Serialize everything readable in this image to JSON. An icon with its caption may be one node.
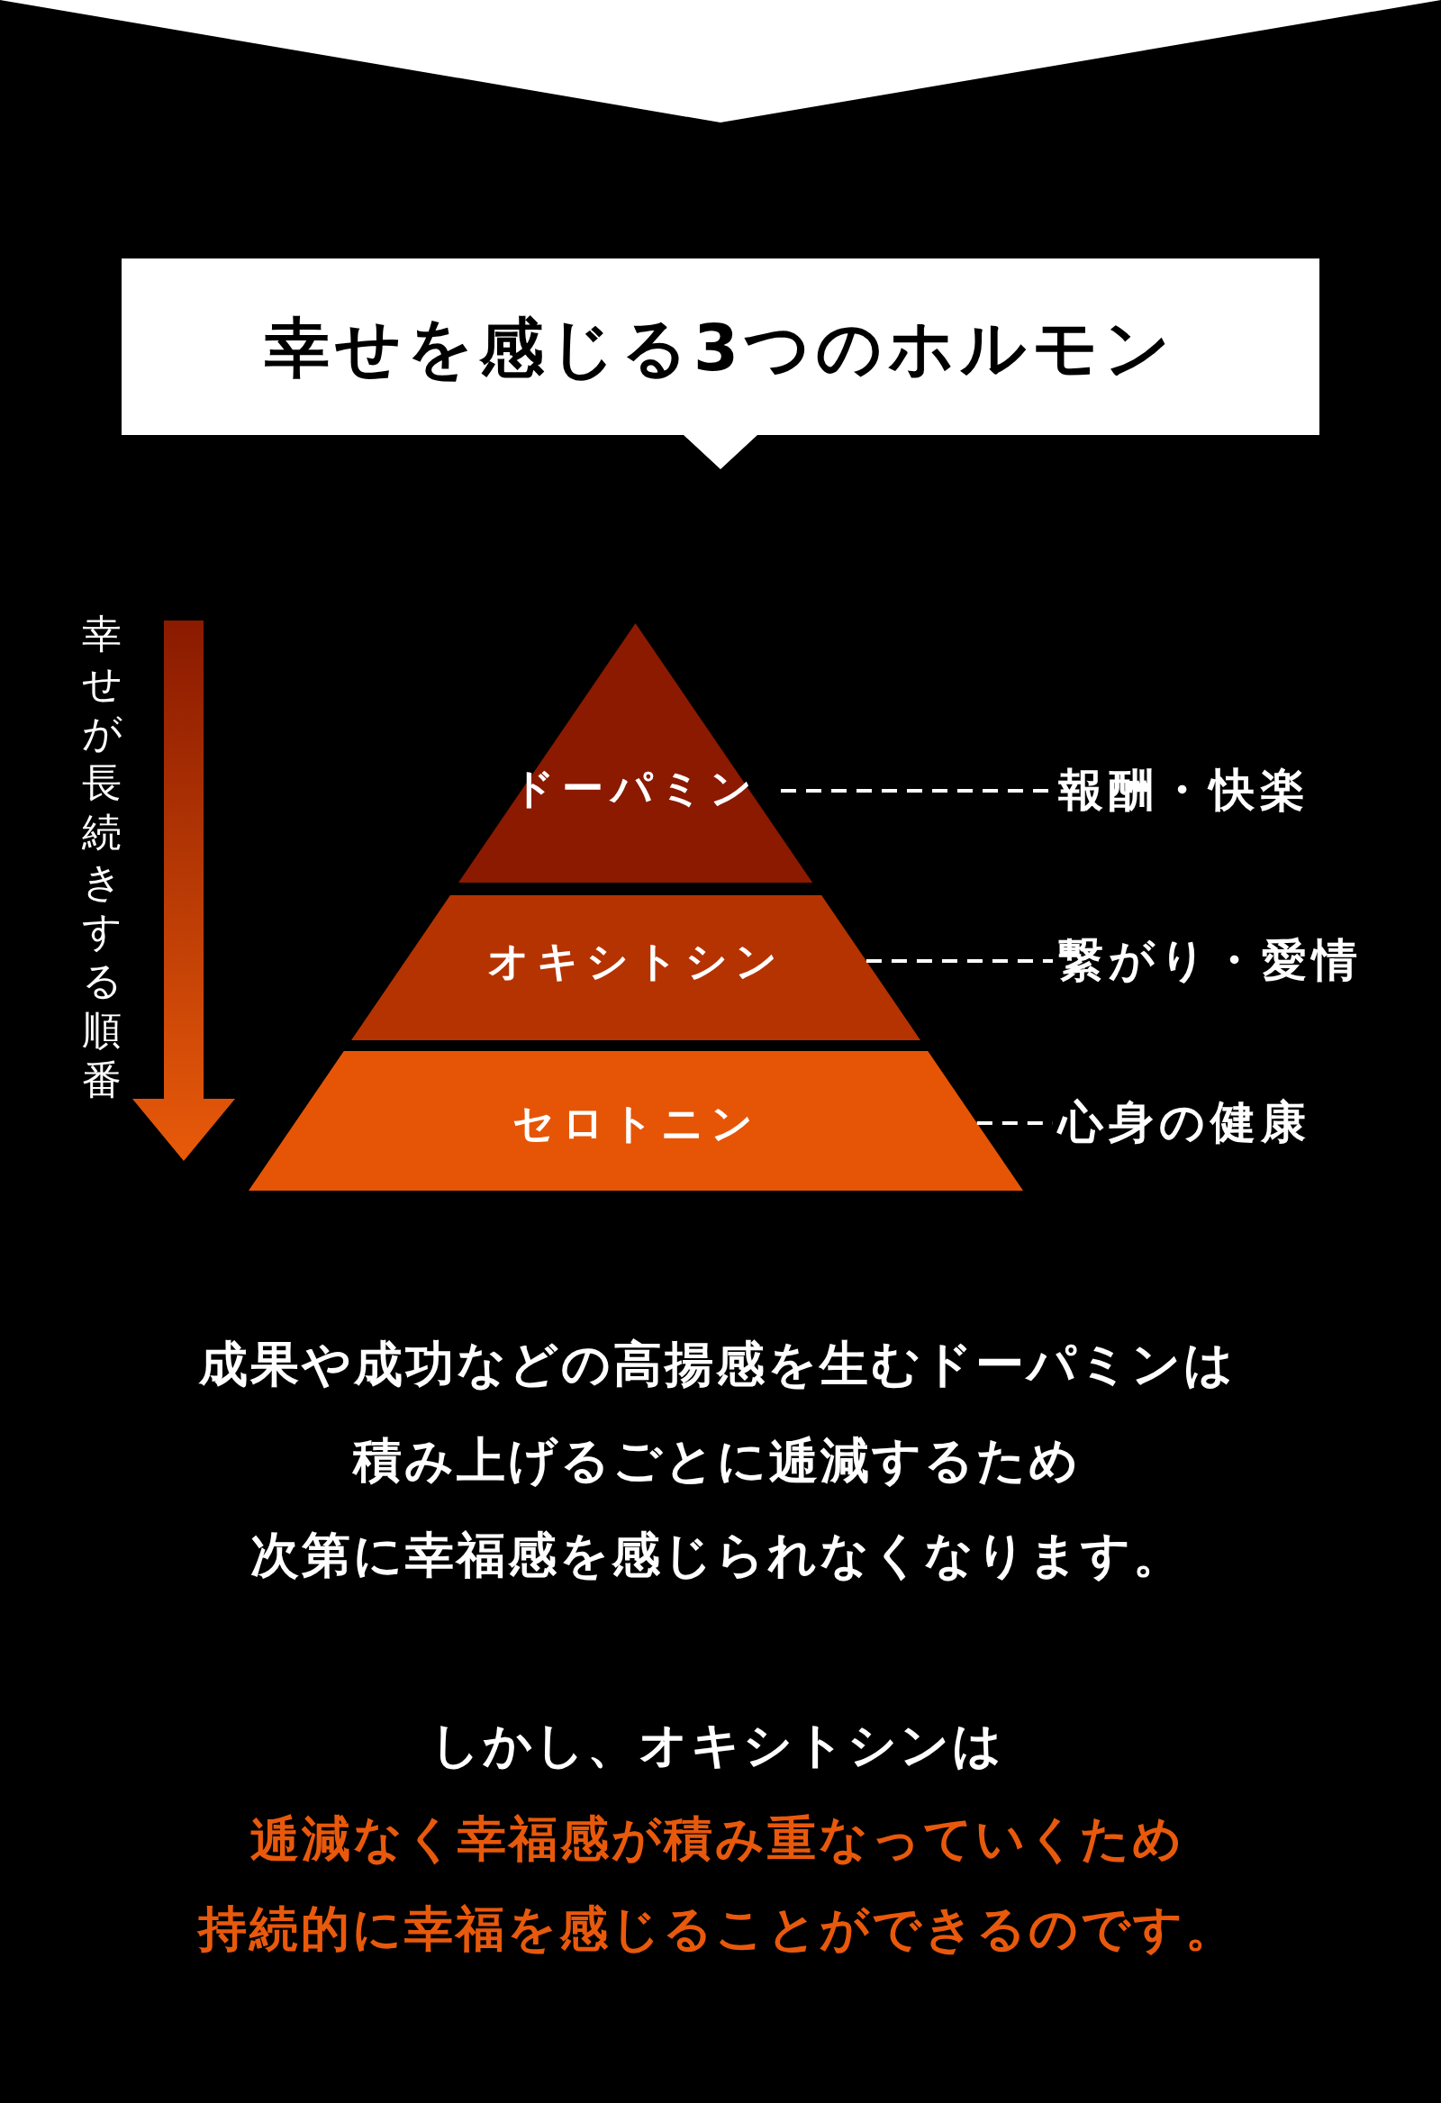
{
  "diagram": {
    "title": "幸せを感じる3つのホルモン",
    "nodes": [
      {
        "text": [
          "ドーパミン"
        ]
      },
      {
        "text": [
          "報酬・快楽"
        ]
      },
      {
        "text": [
          "オキシトシン"
        ]
      },
      {
        "text": [
          "繋がり・愛情"
        ]
      },
      {
        "text": [
          "セロトニン"
        ]
      },
      {
        "text": [
          "心身の健康"
        ]
      }
    ],
    "edges": [
      {
        "from": 0,
        "to": 1,
        "arrow": "none",
        "style": "dashed"
      },
      {
        "from": 2,
        "to": 3,
        "arrow": "none",
        "style": "dashed"
      },
      {
        "from": 4,
        "to": 5,
        "arrow": "none",
        "style": "dashed"
      }
    ],
    "labels": [
      "幸せが長続きする順番",
      "成果や成功などの高揚感を生むドーパミンは",
      "積み上げるごとに逓減するため",
      "次第に幸福感を感じられなくなります。",
      "しかし、オキシトシンは",
      "逓減なく幸福感が積み重なっていくため",
      "持続的に幸福を感じることができるのです。"
    ]
  }
}
